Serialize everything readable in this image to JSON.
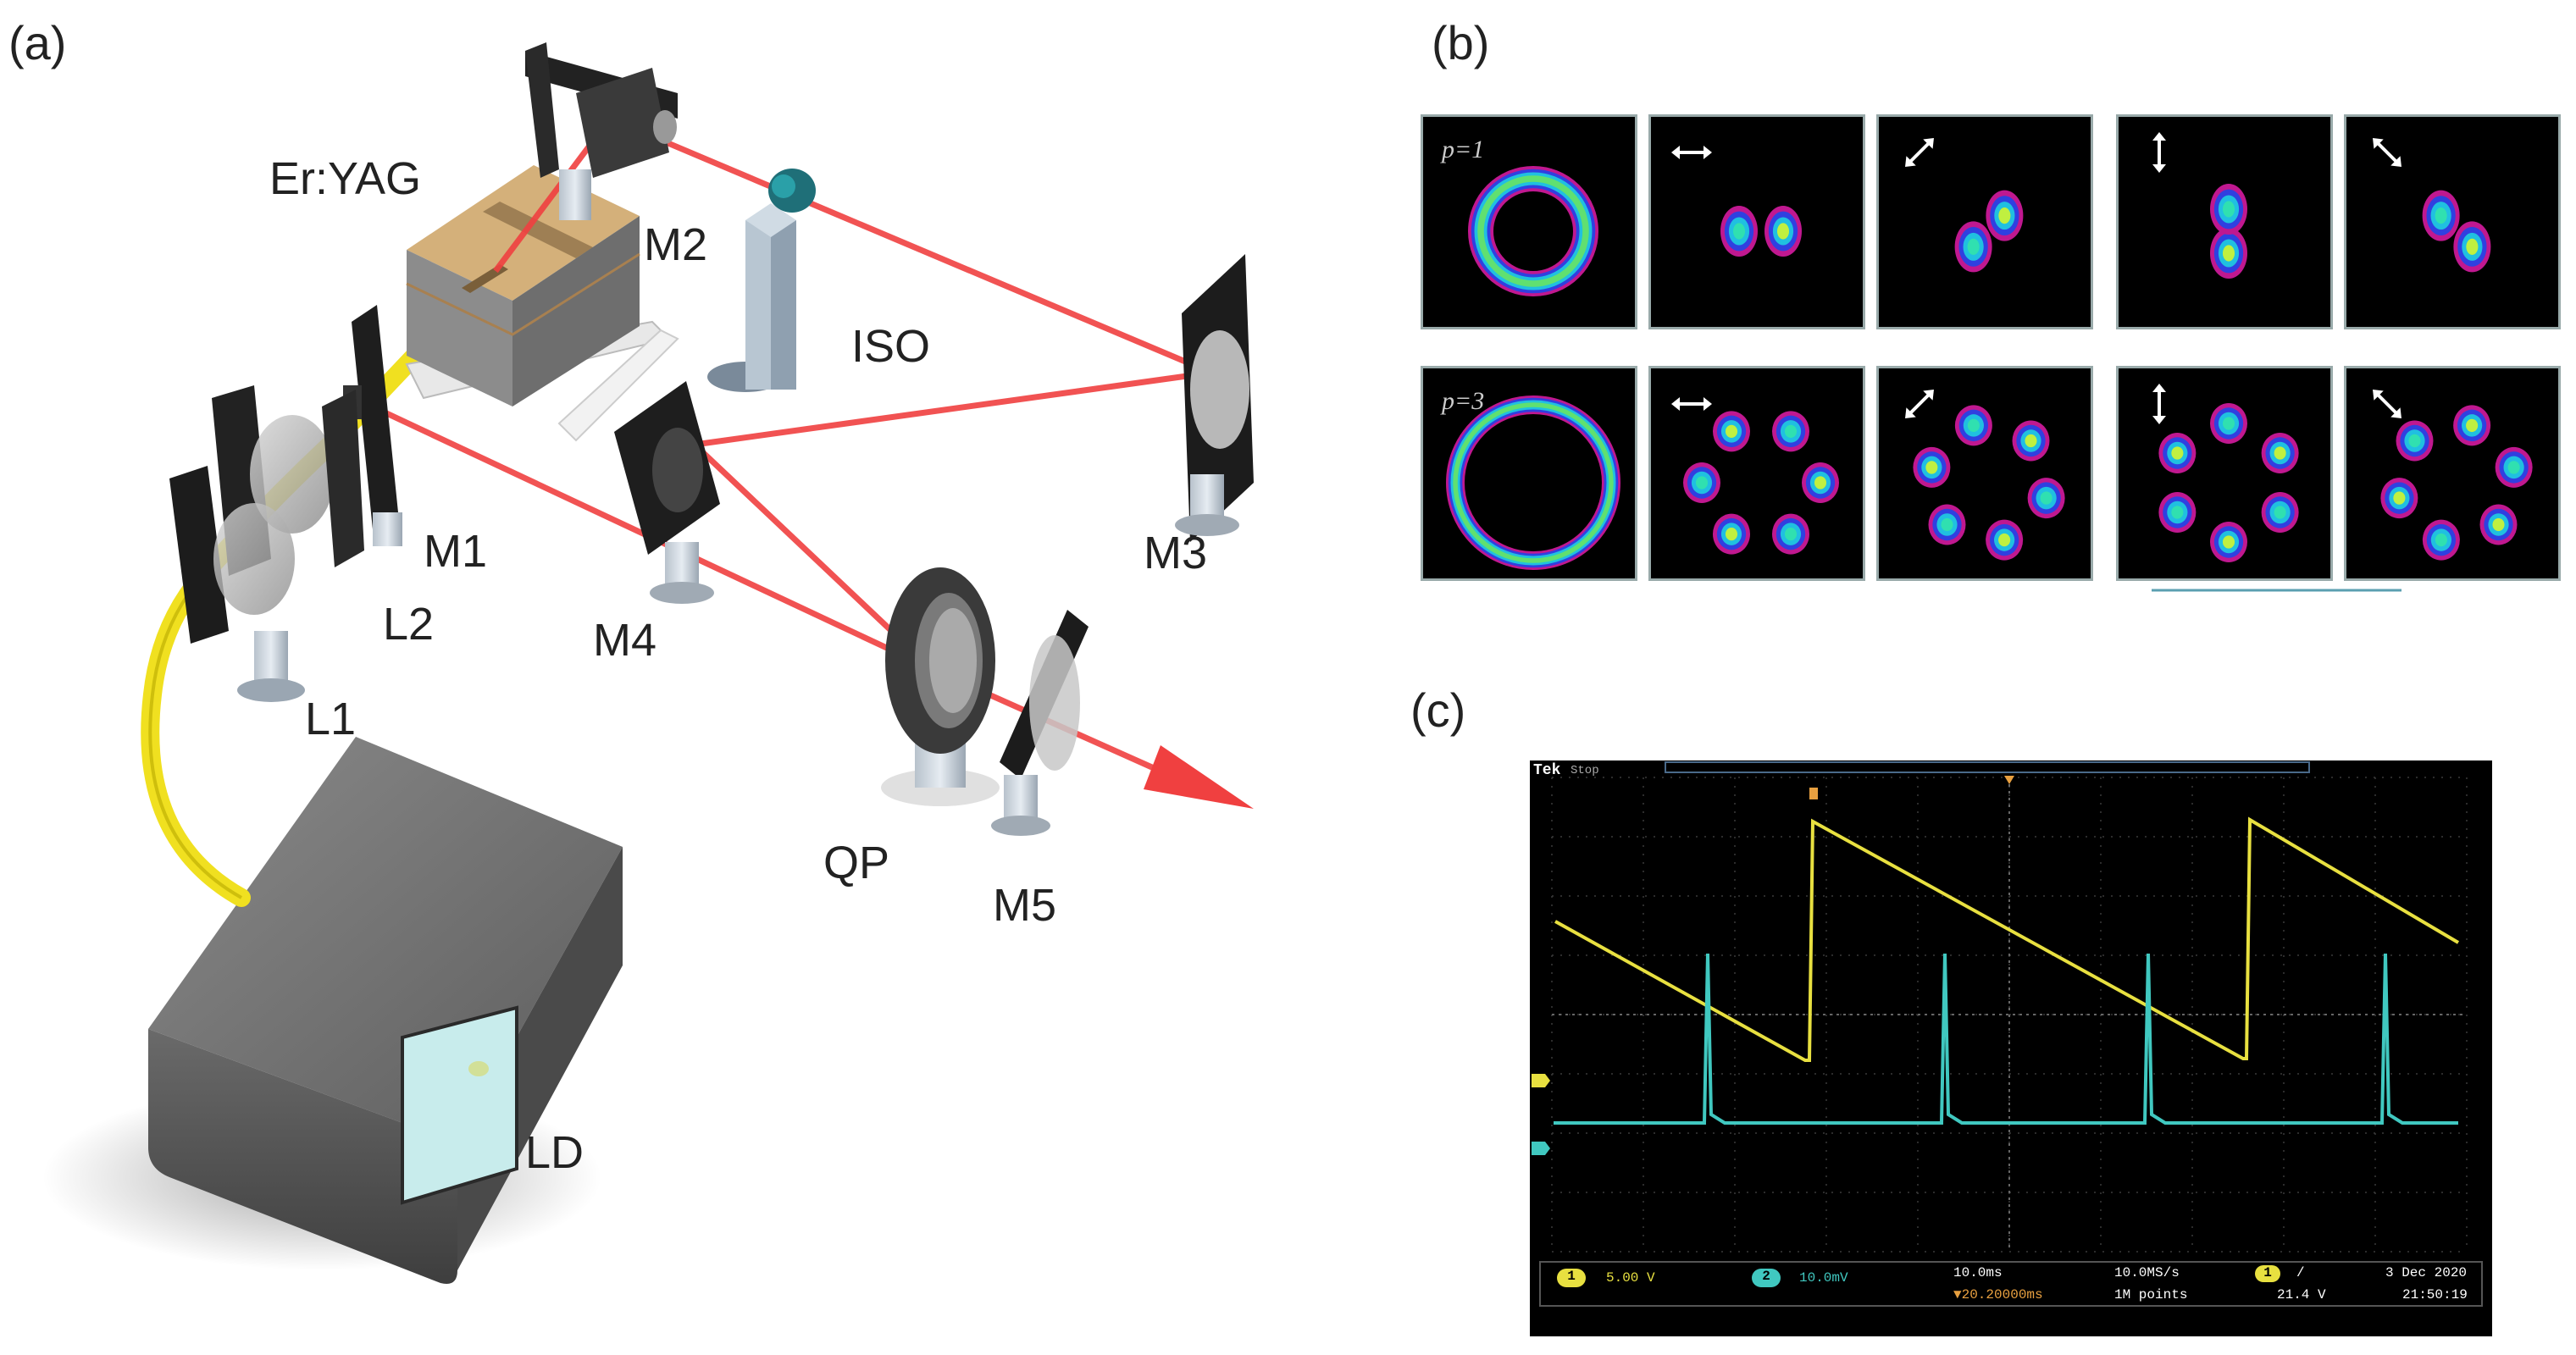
{
  "panels": {
    "a": "(a)",
    "b": "(b)",
    "c": "(c)"
  },
  "setup_labels": {
    "er_yag": "Er:YAG",
    "m2": "M2",
    "iso": "ISO",
    "m1": "M1",
    "l2": "L2",
    "l1": "L1",
    "m4": "M4",
    "m3": "M3",
    "qp": "QP",
    "m5": "M5",
    "ld": "LD"
  },
  "mode_rows": [
    {
      "p_label": "p=1",
      "lobes": 2
    },
    {
      "p_label": "p=3",
      "lobes": 6
    }
  ],
  "polarizer_arrows": [
    "horizontal",
    "diagonal-45",
    "vertical",
    "diagonal-135"
  ],
  "scope": {
    "brand": "Tek",
    "state": "Stop",
    "ch1_scale": "5.00 V",
    "ch2_scale": "10.0mV",
    "timebase": "10.0ms",
    "sample_rate": "10.0MS/s",
    "trigger_pos": "▼20.20000ms",
    "record_length": "1M points",
    "trigger_level": "21.4 V",
    "date": "3 Dec  2020",
    "time": "21:50:19",
    "ch1_num": "1",
    "ch2_num": "2",
    "trig_slope": "/"
  },
  "colors": {
    "beam": "#f04040",
    "pump_fiber": "#f0e020",
    "crystal": "#d4b07a",
    "ch1_trace": "#e8e040",
    "ch2_trace": "#40c8c0"
  }
}
